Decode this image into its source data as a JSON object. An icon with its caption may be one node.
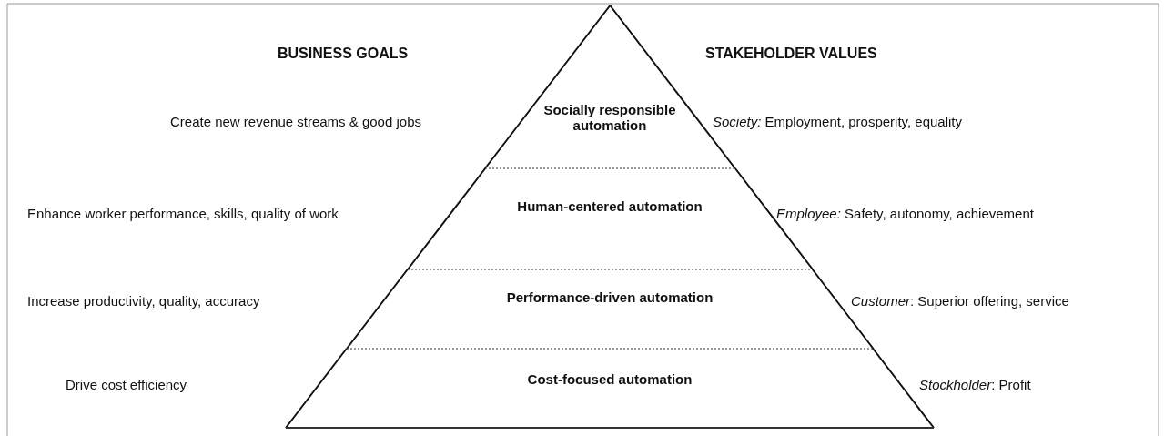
{
  "diagram": {
    "nodes": [
      {
        "text": [
          "Socially responsible automation"
        ]
      },
      {
        "text": [
          "Human-centered automation"
        ]
      },
      {
        "text": [
          "Performance-driven automation"
        ]
      },
      {
        "text": [
          "Cost-focused automation"
        ]
      }
    ],
    "labels": [
      "BUSINESS GOALS",
      "STAKEHOLDER VALUES",
      "Create new revenue streams & good jobs",
      "*Society:* Employment, prosperity, equality",
      "Enhance worker performance, skills, quality of work",
      "*Employee:* Safety, autonomy, achievement",
      "Increase productivity, quality, accuracy",
      "*Customer*: Superior offering, service",
      "Drive cost efficiency",
      "*Stockholder*: Profit"
    ]
  }
}
